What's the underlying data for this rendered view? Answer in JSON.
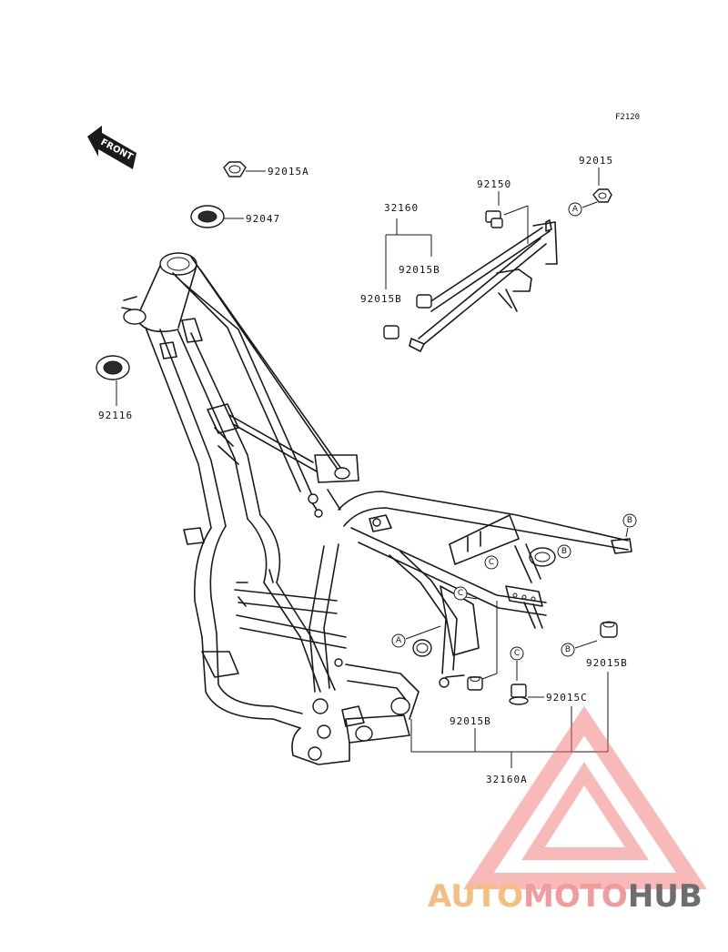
{
  "figure_code": "F2120",
  "front_label": "FRONT",
  "part_numbers": {
    "nut_top": "92015A",
    "seal_top": "92047",
    "seal_bottom": "92116",
    "bolt_upper": "92150",
    "nut_upper_right": "92015",
    "frame_upper_group": "32160",
    "collar_upper_inner": "92015B",
    "collar_upper_left": "92015B",
    "collar_lower_right": "92015B",
    "bolt_lower_c": "92015C",
    "collar_lower_mid": "92015B",
    "frame_lower_group": "32160A"
  },
  "callouts": {
    "a": "A",
    "b": "B",
    "c": "C"
  },
  "watermark": {
    "part1": "AUTO",
    "part2": "MOTO",
    "part3": "HUB",
    "colors": {
      "part1": "#f4b36a",
      "part2": "#ef8a8a",
      "part3": "#555555",
      "triangle": "#ef6a6a"
    }
  }
}
